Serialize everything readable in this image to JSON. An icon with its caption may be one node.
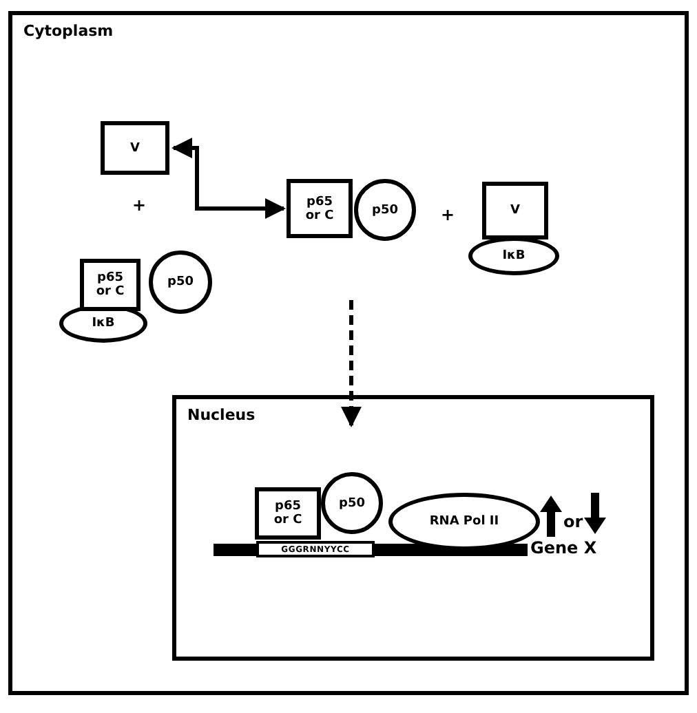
{
  "diagram": {
    "nodes": [
      {
        "text": [
          "Cytoplasm"
        ]
      },
      {
        "text": [
          "V"
        ],
        "in": 0
      },
      {
        "text": [
          "p65 or C"
        ],
        "in": 0
      },
      {
        "text": [
          "p50"
        ],
        "in": 0
      },
      {
        "text": [
          "IκB"
        ],
        "in": 0
      },
      {
        "text": [
          "p65 or C"
        ],
        "in": 0
      },
      {
        "text": [
          "p50"
        ],
        "in": 0
      },
      {
        "text": [
          "V"
        ],
        "in": 0
      },
      {
        "text": [
          "IκB"
        ],
        "in": 0
      },
      {
        "text": [
          "Nucleus"
        ],
        "in": 0
      },
      {
        "text": [
          "p65 or C"
        ],
        "in": 9
      },
      {
        "text": [
          "p50"
        ],
        "in": 9
      },
      {
        "text": [
          "RNA Pol II"
        ],
        "in": 9
      },
      {
        "text": [
          "GGGRNNYYCC"
        ],
        "in": 9
      }
    ],
    "edges": [
      {
        "from": 1,
        "to": 5,
        "arrow": "both"
      },
      {
        "from": 5,
        "to": 9,
        "arrow": "to",
        "style": "dashed"
      }
    ],
    "labels": [
      "+",
      "+",
      "or",
      "Gene X"
    ]
  }
}
